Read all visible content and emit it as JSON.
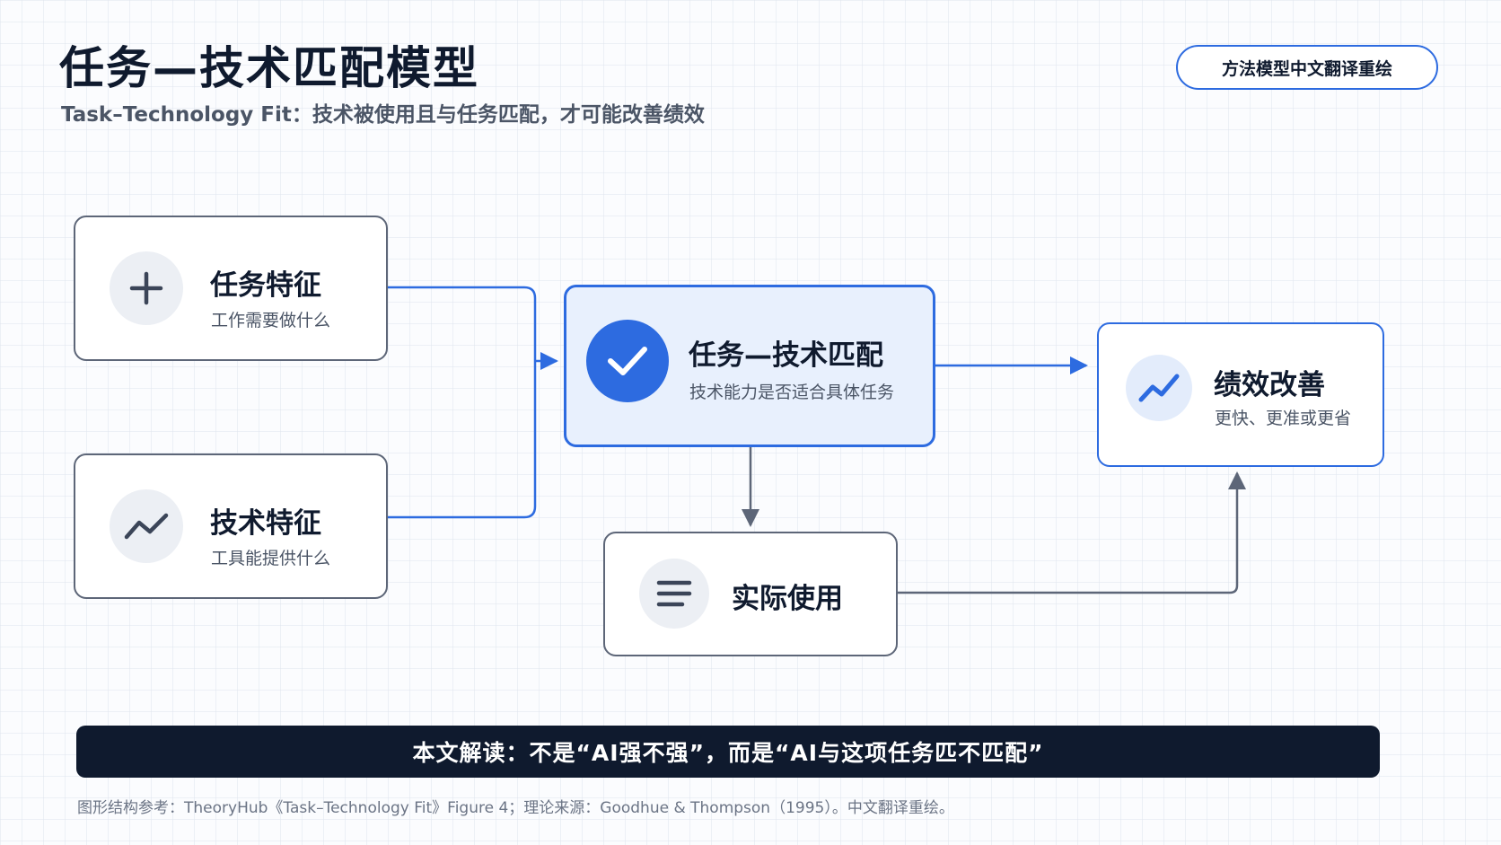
{
  "header": {
    "title": "任务—技术匹配模型",
    "subtitle": "Task–Technology Fit：技术被使用且与任务匹配，才可能改善绩效",
    "badge": "方法模型中文翻译重绘"
  },
  "nodes": {
    "task": {
      "title": "任务特征",
      "subtitle": "工作需要做什么",
      "icon": "plus-icon"
    },
    "tech": {
      "title": "技术特征",
      "subtitle": "工具能提供什么",
      "icon": "trend-line-icon"
    },
    "fit": {
      "title": "任务—技术匹配",
      "subtitle": "技术能力是否适合具体任务",
      "icon": "checkmark-icon"
    },
    "performance": {
      "title": "绩效改善",
      "subtitle": "更快、更准或更省",
      "icon": "trend-up-icon"
    },
    "use": {
      "title": "实际使用",
      "icon": "menu-lines-icon"
    }
  },
  "banner": {
    "text": "本文解读：不是“AI强不强”，而是“AI与这项任务匹不匹配”"
  },
  "footnote": {
    "text": "图形结构参考：TheoryHub《Task–Technology Fit》Figure 4；理论来源：Goodhue & Thompson（1995）。中文翻译重绘。"
  },
  "colors": {
    "accent": "#2d6be0",
    "dark": "#0f1a2e",
    "border": "#5d6678",
    "focus_fill": "#e8f0fd"
  }
}
